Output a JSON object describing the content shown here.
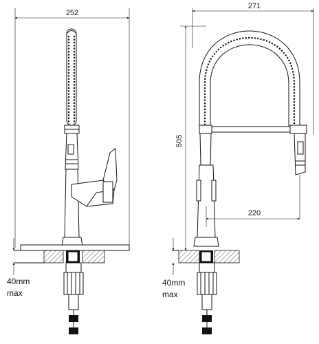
{
  "dimensions": {
    "front_width": "252",
    "side_width": "271",
    "height": "505",
    "reach": "220"
  },
  "notes": {
    "left_max_thickness": {
      "line1": "40mm",
      "line2": "max"
    },
    "right_max_thickness": {
      "line1": "40mm",
      "line2": "max"
    }
  },
  "colors": {
    "line": "#111111",
    "background": "#ffffff"
  }
}
